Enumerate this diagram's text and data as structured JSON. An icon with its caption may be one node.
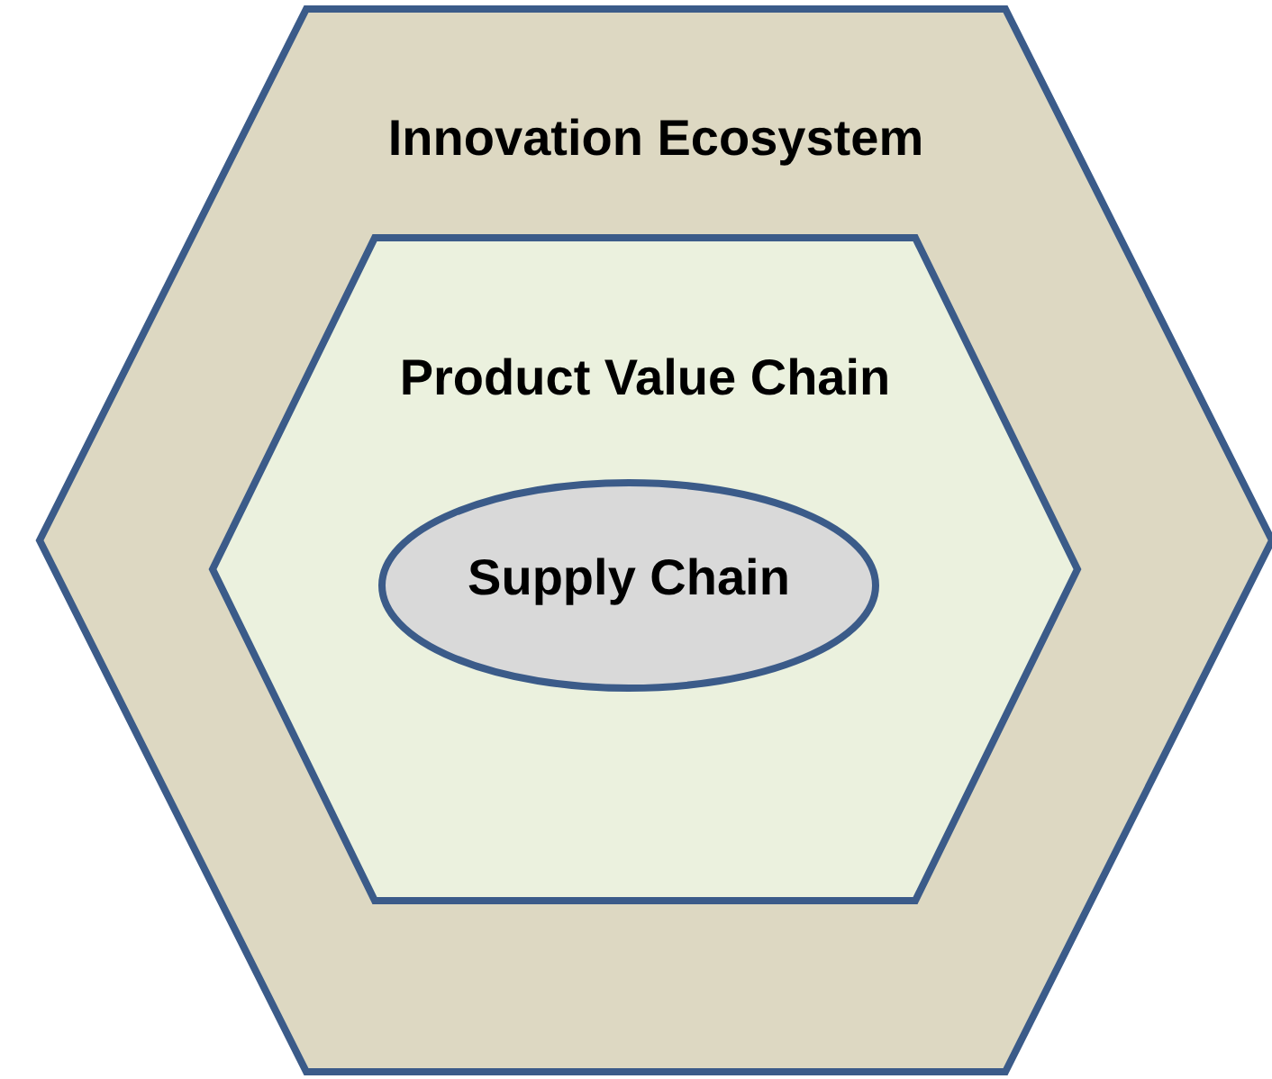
{
  "diagram": {
    "nodes": [
      {
        "text": [
          "Innovation Ecosystem"
        ]
      },
      {
        "text": [
          "Product Value Chain"
        ],
        "in": 0
      },
      {
        "text": [
          "Supply Chain"
        ],
        "in": 1
      }
    ]
  }
}
